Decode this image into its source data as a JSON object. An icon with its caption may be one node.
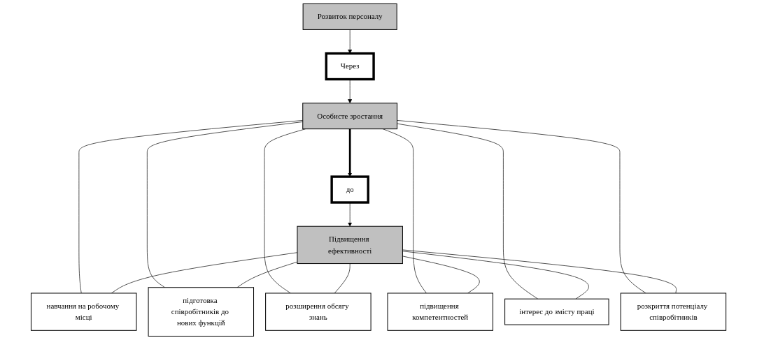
{
  "diagram": {
    "nodes": [
      {
        "text": [
          "Розвиток персоналу"
        ]
      },
      {
        "text": [
          "Через"
        ]
      },
      {
        "text": [
          "Особисте зростання"
        ]
      },
      {
        "text": [
          "до"
        ]
      },
      {
        "text": [
          "Підвищення ефективності"
        ]
      },
      {
        "text": [
          "навчання на робочому місці"
        ]
      },
      {
        "text": [
          "підготовка співробітників до нових функцій"
        ]
      },
      {
        "text": [
          "розширення обсягу знань"
        ]
      },
      {
        "text": [
          "підвищення компетентностей"
        ]
      },
      {
        "text": [
          "інтерес до змісту праці"
        ]
      },
      {
        "text": [
          "розкриття потенціалу співробітників"
        ]
      }
    ],
    "edges": [
      {
        "from": 0,
        "to": 1,
        "arrow": "to"
      },
      {
        "from": 1,
        "to": 2,
        "arrow": "to"
      },
      {
        "from": 2,
        "to": 3,
        "arrow": "to",
        "style": "thick"
      },
      {
        "from": 3,
        "to": 4,
        "arrow": "to"
      },
      {
        "from": 2,
        "to": 5,
        "arrow": "none"
      },
      {
        "from": 2,
        "to": 6,
        "arrow": "none"
      },
      {
        "from": 2,
        "to": 7,
        "arrow": "none"
      },
      {
        "from": 2,
        "to": 8,
        "arrow": "none"
      },
      {
        "from": 2,
        "to": 9,
        "arrow": "none"
      },
      {
        "from": 2,
        "to": 10,
        "arrow": "none"
      },
      {
        "from": 4,
        "to": 5,
        "arrow": "none"
      },
      {
        "from": 4,
        "to": 6,
        "arrow": "none"
      },
      {
        "from": 4,
        "to": 7,
        "arrow": "none"
      },
      {
        "from": 4,
        "to": 8,
        "arrow": "none"
      },
      {
        "from": 4,
        "to": 9,
        "arrow": "none"
      },
      {
        "from": 4,
        "to": 10,
        "arrow": "none"
      }
    ]
  }
}
